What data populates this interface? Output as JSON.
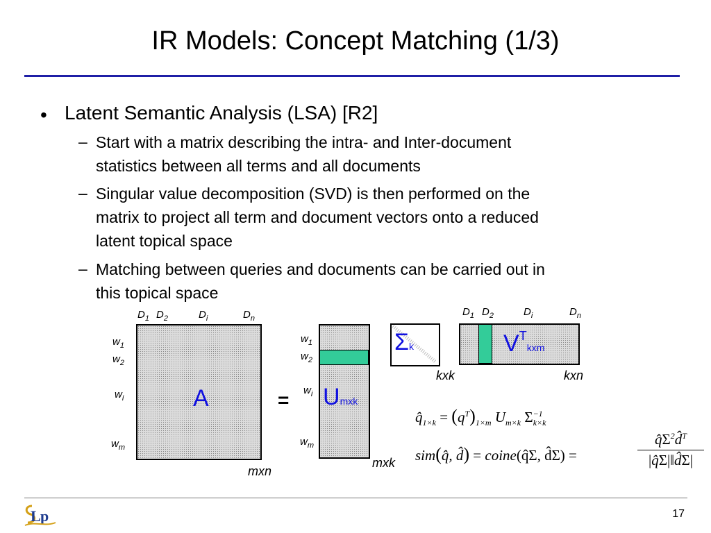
{
  "title": "IR Models: Concept Matching (1/3)",
  "bullet": {
    "marker": "•",
    "text": "Latent Semantic Analysis (LSA) [R2]"
  },
  "subbullets": [
    {
      "dash": "–",
      "line1": "Start with a matrix describing the intra- and Inter-document",
      "line2": "statistics between all terms and all documents"
    },
    {
      "dash": "–",
      "line1": "Singular value decomposition (SVD) is then performed on the",
      "line2": "matrix to project all term and document vectors onto a reduced",
      "line3": "latent topical space"
    },
    {
      "dash": "–",
      "line1": "Matching between queries and documents can be carried out in",
      "line2": "this topical space"
    }
  ],
  "diagram": {
    "A": {
      "label": "A",
      "dims": "mxn"
    },
    "equals": "=",
    "U": {
      "label": "U",
      "sub": "mxk",
      "dims": "mxk"
    },
    "Sigma": {
      "label": "Σ",
      "sub": "k",
      "dims": "kxk"
    },
    "VT": {
      "label": "V",
      "sup": "T",
      "sub": "kxm",
      "dims": "kxn"
    },
    "row_labels": {
      "w1": "w",
      "w1_sub": "1",
      "w2": "w",
      "w2_sub": "2",
      "wi": "w",
      "wi_sub": "i",
      "wm": "w",
      "wm_sub": "m"
    },
    "col_labels": {
      "D1": "D",
      "D1_sub": "1",
      "D2": "D",
      "D2_sub": "2",
      "Di": "D",
      "Di_sub": "i",
      "Dn": "D",
      "Dn_sub": "n"
    }
  },
  "colors": {
    "rule": "#1f1fa6",
    "accent_blue": "#1010e0",
    "highlight": "#33cc99"
  },
  "logo_text": "SLP",
  "page_number": "17"
}
